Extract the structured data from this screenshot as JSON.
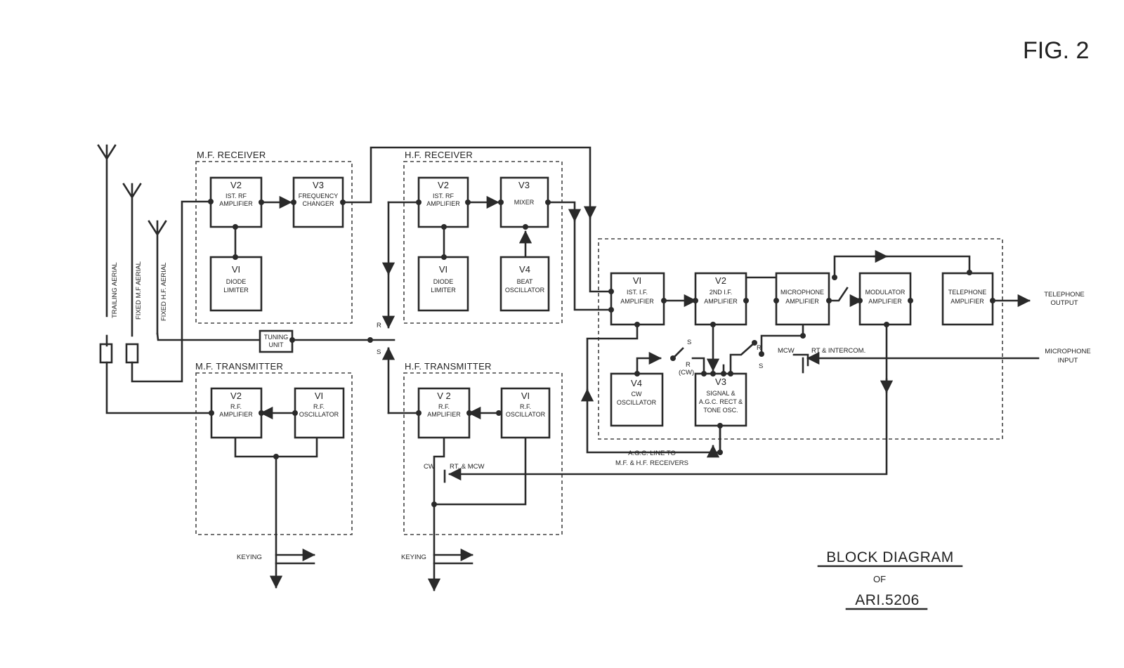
{
  "figure_label": "FIG. 2",
  "title": {
    "line1": "BLOCK DIAGRAM",
    "line2": "OF",
    "line3": "ARI.5206"
  },
  "aerials": {
    "trailing": "TRAILING AERIAL",
    "fixed_mf": "FIXED M.F AERIAL",
    "fixed_hf": "FIXED H.F. AERIAL"
  },
  "sections": {
    "mf_receiver": "M.F. RECEIVER",
    "hf_receiver": "H.F. RECEIVER",
    "mf_transmitter": "M.F. TRANSMITTER",
    "hf_transmitter": "H.F. TRANSMITTER"
  },
  "blocks": {
    "mfr_v2": {
      "valve": "V2",
      "l1": "IST. RF",
      "l2": "AMPLIFIER"
    },
    "mfr_v3": {
      "valve": "V3",
      "l1": "FREQUENCY",
      "l2": "CHANGER"
    },
    "mfr_v1": {
      "valve": "VI",
      "l1": "DIODE",
      "l2": "LIMITER"
    },
    "hfr_v2": {
      "valve": "V2",
      "l1": "IST. RF",
      "l2": "AMPLIFIER"
    },
    "hfr_v3": {
      "valve": "V3",
      "l1": "MIXER"
    },
    "hfr_v1": {
      "valve": "VI",
      "l1": "DIODE",
      "l2": "LIMITER"
    },
    "hfr_v4": {
      "valve": "V4",
      "l1": "BEAT",
      "l2": "OSCILLATOR"
    },
    "mft_v2": {
      "valve": "V2",
      "l1": "R.F.",
      "l2": "AMPLIFIER"
    },
    "mft_v1": {
      "valve": "VI",
      "l1": "R.F.",
      "l2": "OSCILLATOR"
    },
    "hft_v2": {
      "valve": "V 2",
      "l1": "R.F.",
      "l2": "AMPLIFIER"
    },
    "hft_v1": {
      "valve": "VI",
      "l1": "R.F.",
      "l2": "OSCILLATOR"
    },
    "if_v1": {
      "valve": "VI",
      "l1": "IST. I.F.",
      "l2": "AMPLIFIER"
    },
    "if_v2": {
      "valve": "V2",
      "l1": "2ND I.F.",
      "l2": "AMPLIFIER"
    },
    "mic_amp": {
      "l1": "MICROPHONE",
      "l2": "AMPLIFIER"
    },
    "mod_amp": {
      "l1": "MODULATOR",
      "l2": "AMPLIFIER"
    },
    "tel_amp": {
      "l1": "TELEPHONE",
      "l2": "AMPLIFIER"
    },
    "cw_osc": {
      "valve": "V4",
      "l1": "CW",
      "l2": "OSCILLATOR"
    },
    "sig_v3": {
      "valve": "V3",
      "l1": "SIGNAL &",
      "l2": "A.G.C. RECT &",
      "l3": "TONE OSC."
    }
  },
  "tuning_unit": {
    "l1": "TUNING",
    "l2": "UNIT"
  },
  "labels": {
    "r": "R",
    "s": "S",
    "r_cw": "(CW)",
    "cw": "CW",
    "rt_mcw": "RT. & MCW",
    "mcw": "MCW",
    "rt_intercom": "RT & INTERCOM.",
    "keying": "KEYING",
    "agc_line_1": "A.G.C. LINE TO",
    "agc_line_2": "M.F. & H.F. RECEIVERS",
    "telephone_output_1": "TELEPHONE",
    "telephone_output_2": "OUTPUT",
    "microphone_input_1": "MICROPHONE",
    "microphone_input_2": "INPUT"
  }
}
